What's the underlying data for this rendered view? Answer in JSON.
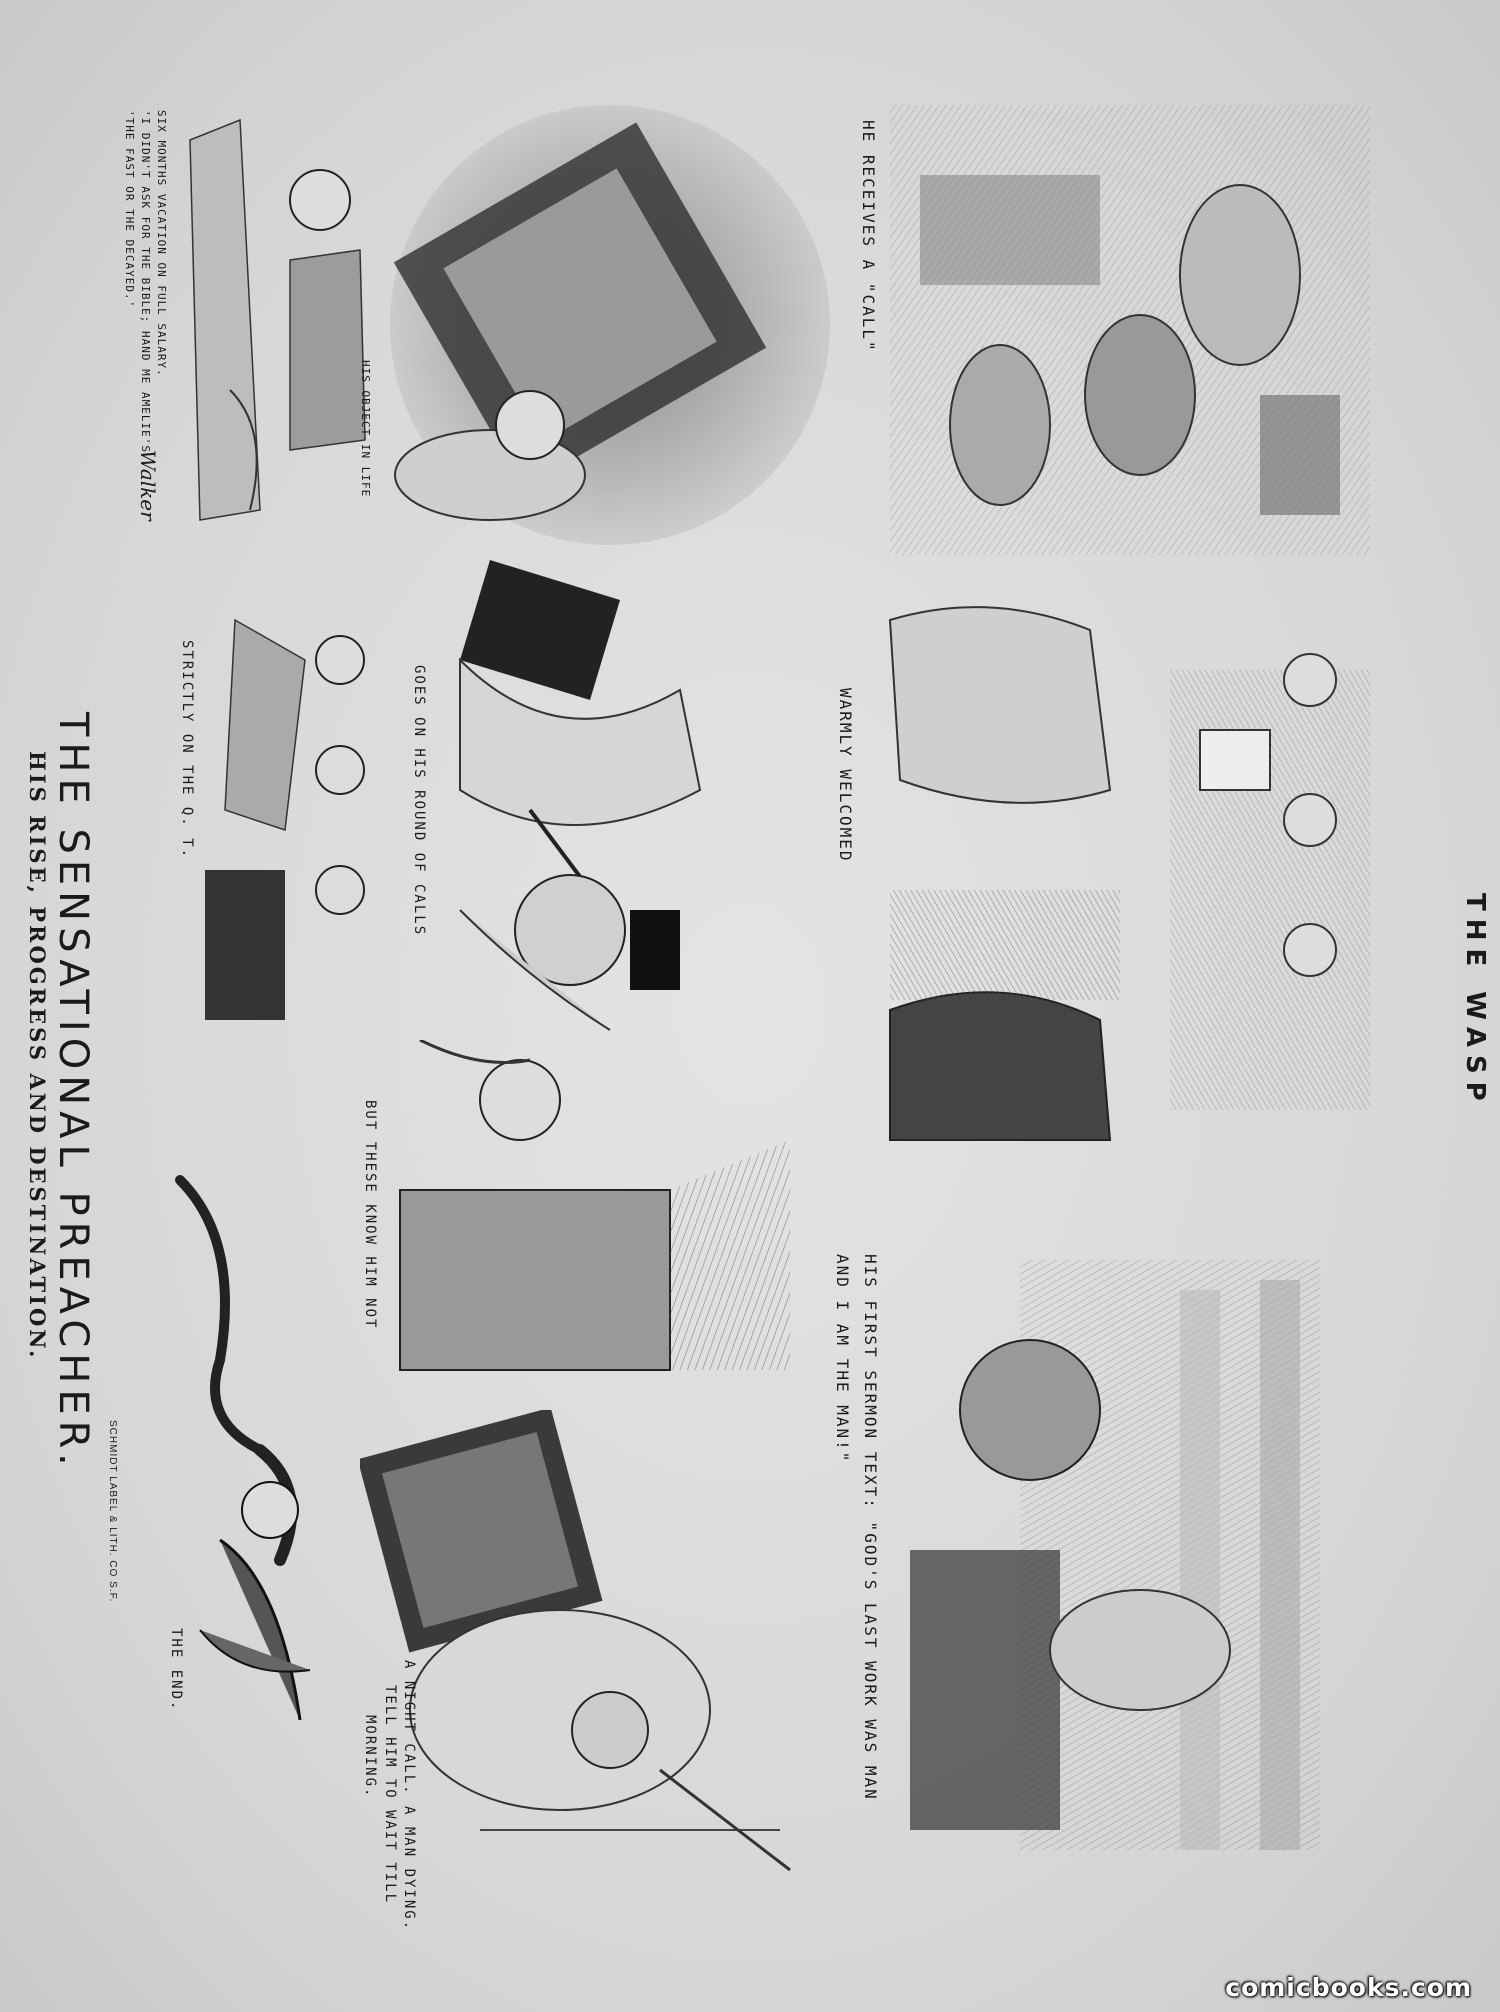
{
  "page": {
    "masthead": "THE WASP",
    "title": "THE SENSATIONAL PREACHER.",
    "subtitle": "HIS RISE, PROGRESS AND DESTINATION.",
    "printer_credit": "SCHMIDT LABEL & LITH. CO S.F.",
    "watermark": "comicbooks.com",
    "signature": "Walker"
  },
  "panels": [
    {
      "id": "receives-call",
      "caption": "HE RECEIVES A \"CALL\""
    },
    {
      "id": "warmly-welcomed",
      "caption": "WARMLY WELCOMED"
    },
    {
      "id": "first-sermon",
      "caption_line1": "HIS FIRST SERMON TEXT: \"GOD'S LAST WORK WAS MAN",
      "caption_line2": "AND I AM THE MAN!\""
    },
    {
      "id": "his-object-life",
      "caption": "HIS OBJECT IN LIFE"
    },
    {
      "id": "vacation",
      "caption_line1": "SIX MONTHS VACATION ON FULL SALARY.",
      "caption_line2": "'I DIDN'T ASK FOR THE BIBLE; HAND ME AMELIE'S",
      "caption_line3": "'THE FAST OR THE DECAYED.'"
    },
    {
      "id": "round-of-calls",
      "caption": "GOES ON HIS ROUND OF CALLS"
    },
    {
      "id": "strictly-qt",
      "caption": "STRICTLY ON THE Q. T."
    },
    {
      "id": "know-him-not",
      "caption": "BUT THESE KNOW HIM NOT"
    },
    {
      "id": "night-call",
      "caption_line1": "A NIGHT CALL. A MAN DYING.",
      "caption_line2": "TELL HIM TO WAIT TILL",
      "caption_line3": "MORNING."
    },
    {
      "id": "the-end",
      "caption": "THE END."
    }
  ]
}
